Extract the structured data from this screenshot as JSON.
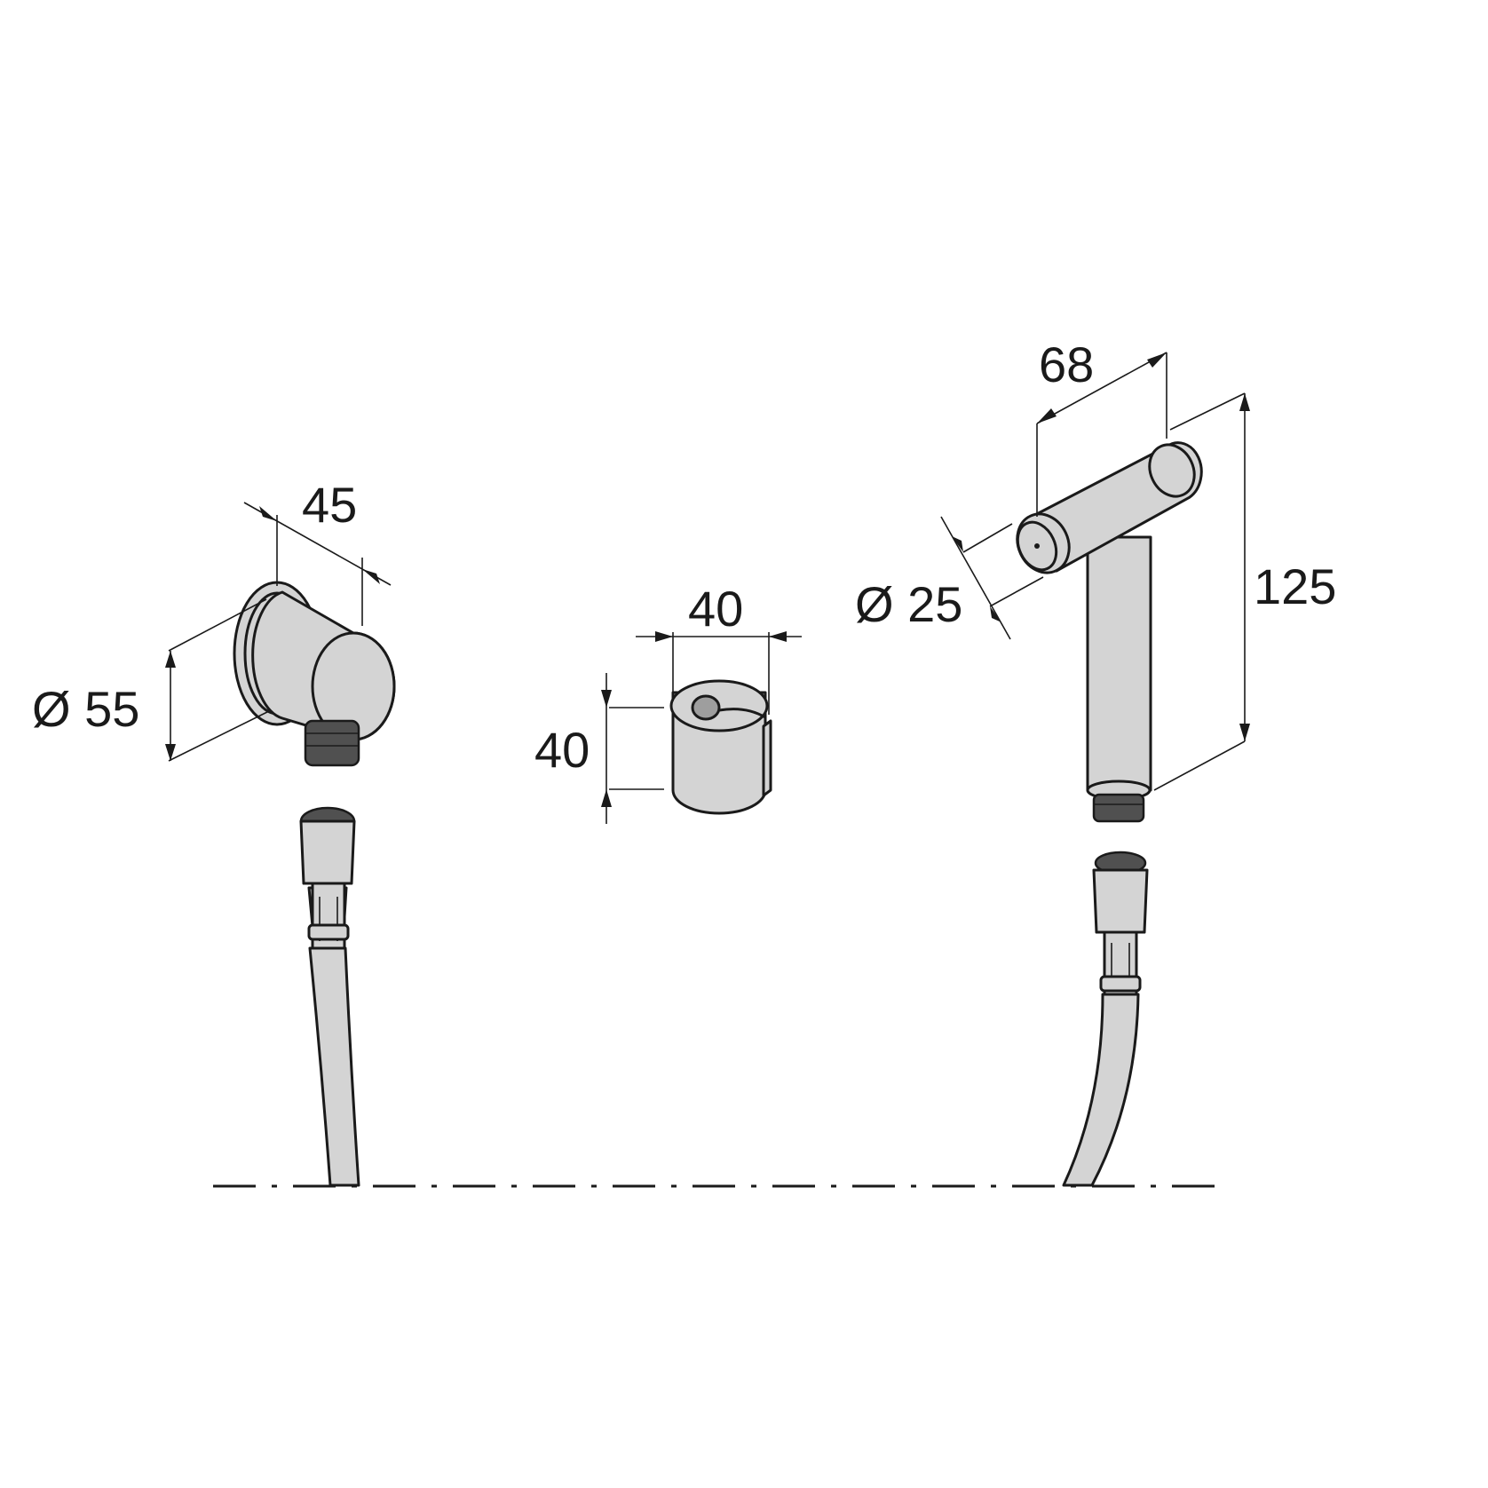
{
  "dimensions": {
    "outlet_width": "45",
    "outlet_diameter": "Ø 55",
    "holder_width": "40",
    "holder_height": "40",
    "spray_length": "68",
    "spray_diameter": "Ø 25",
    "spray_height": "125"
  },
  "colors": {
    "part_fill": "#d4d4d4",
    "line": "#1a1a1a",
    "thread": "#505050"
  }
}
